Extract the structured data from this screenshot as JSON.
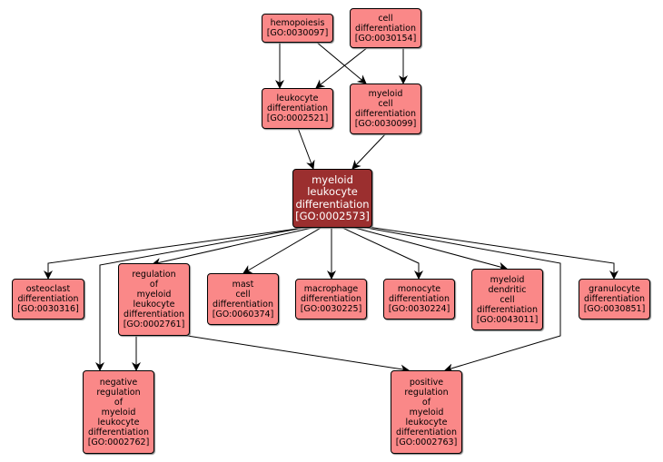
{
  "colors": {
    "node": "#fa8888",
    "focus_node": "#9b2f2f",
    "edge": "#000000"
  },
  "nodes": {
    "hemopoiesis": {
      "name": "hemopoiesis",
      "id": "[GO:0030097]"
    },
    "cell_diff": {
      "name": "cell\ndifferentiation",
      "id": "[GO:0030154]"
    },
    "leukocyte_diff": {
      "name": "leukocyte\ndifferentiation",
      "id": "[GO:0002521]"
    },
    "myeloid_cell_diff": {
      "name": "myeloid\ncell\ndifferentiation",
      "id": "[GO:0030099]"
    },
    "myeloid_leukocyte_diff": {
      "name": "myeloid\nleukocyte\ndifferentiation",
      "id": "[GO:0002573]"
    },
    "osteoclast_diff": {
      "name": "osteoclast\ndifferentiation",
      "id": "[GO:0030316]"
    },
    "regulation": {
      "name": "regulation\nof\nmyeloid\nleukocyte\ndifferentiation",
      "id": "[GO:0002761]"
    },
    "mast_cell_diff": {
      "name": "mast\ncell\ndifferentiation",
      "id": "[GO:0060374]"
    },
    "macrophage_diff": {
      "name": "macrophage\ndifferentiation",
      "id": "[GO:0030225]"
    },
    "monocyte_diff": {
      "name": "monocyte\ndifferentiation",
      "id": "[GO:0030224]"
    },
    "dendritic_diff": {
      "name": "myeloid\ndendritic\ncell\ndifferentiation",
      "id": "[GO:0043011]"
    },
    "granulocyte_diff": {
      "name": "granulocyte\ndifferentiation",
      "id": "[GO:0030851]"
    },
    "negative_regulation": {
      "name": "negative\nregulation\nof\nmyeloid\nleukocyte\ndifferentiation",
      "id": "[GO:0002762]"
    },
    "positive_regulation": {
      "name": "positive\nregulation\nof\nmyeloid\nleukocyte\ndifferentiation",
      "id": "[GO:0002763]"
    }
  }
}
